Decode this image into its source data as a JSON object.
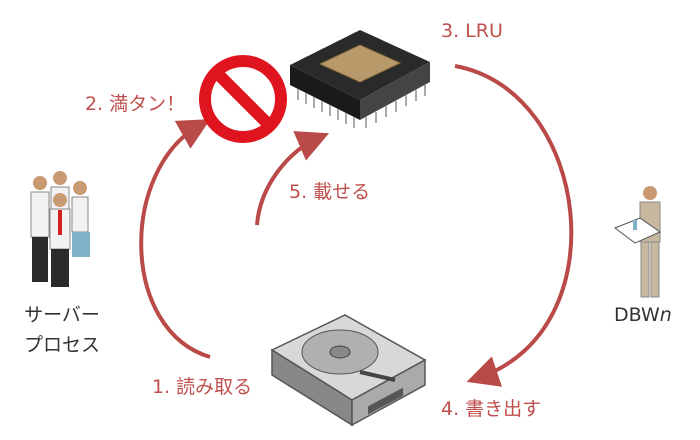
{
  "steps": {
    "read": "1. 読み取る",
    "full": "2. 満タン！",
    "lru": "3. LRU",
    "write": "4. 書き出す",
    "load": "5. 載せる"
  },
  "actors": {
    "server_line1": "サーバー",
    "server_line2": "プロセス",
    "dbw_prefix": "DBW",
    "dbw_suffix": "n"
  },
  "colors": {
    "accent": "#c0504d",
    "arrow": "#b94a48",
    "text_dark": "#333333"
  }
}
